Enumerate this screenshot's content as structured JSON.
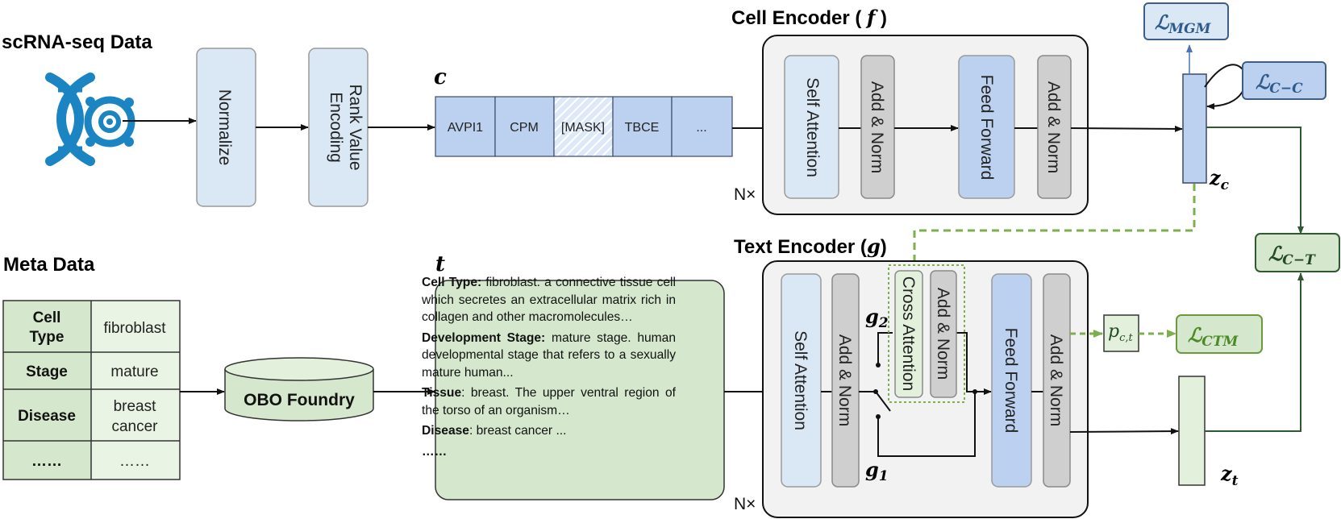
{
  "titles": {
    "scrna": "scRNA-seq Data",
    "meta": "Meta Data",
    "cell_encoder": "Cell Encoder",
    "cell_encoder_fn": "f",
    "text_encoder": "Text Encoder",
    "text_encoder_fn": "g"
  },
  "pipeline": {
    "normalize": "Normalize",
    "rank_line1": "Rank Value",
    "rank_line2": "Encoding",
    "c_label": "c",
    "t_label": "t",
    "obo": "OBO Foundry"
  },
  "tokens": [
    "AVPI1",
    "CPM",
    "[MASK]",
    "TBCE",
    "..."
  ],
  "meta_table": {
    "rows": [
      {
        "key_line1": "Cell",
        "key_line2": "Type",
        "value_line1": "fibroblast",
        "value_line2": ""
      },
      {
        "key_line1": "Stage",
        "key_line2": "",
        "value_line1": "mature",
        "value_line2": ""
      },
      {
        "key_line1": "Disease",
        "key_line2": "",
        "value_line1": "breast",
        "value_line2": "cancer"
      },
      {
        "key_line1": "……",
        "key_line2": "",
        "value_line1": "……",
        "value_line2": ""
      }
    ]
  },
  "description": {
    "cell_type_key": "Cell Type:",
    "cell_type_text": "fibroblast. a connective tissue cell which secretes an extracellular matrix rich in collagen and other macromolecules…",
    "dev_stage_key": "Development Stage:",
    "dev_stage_text": "mature stage. human developmental stage that refers to a sexually mature human...",
    "tissue_key": "Tissue",
    "tissue_text": ": breast. The upper ventral region of the torso of an organism…",
    "disease_key": "Disease",
    "disease_text": ": breast cancer ...",
    "ellipsis": "……"
  },
  "cell_encoder_blocks": [
    "Self Attention",
    "Add & Norm",
    "Feed Forward",
    "Add & Norm"
  ],
  "text_encoder_blocks": [
    "Self Attention",
    "Add & Norm",
    "Cross Attention",
    "Add & Norm",
    "Feed Forward",
    "Add & Norm"
  ],
  "repeat": "N×",
  "losses": {
    "mgm_base": "ℒ",
    "mgm_sub": "MGM",
    "cc_base": "ℒ",
    "cc_sub": "C−C",
    "ct_base": "ℒ",
    "ct_sub": "C−T",
    "ctm_base": "ℒ",
    "ctm_sub": "CTM"
  },
  "symbols": {
    "zc": "z",
    "zc_sub": "c",
    "zt": "z",
    "zt_sub": "t",
    "g1": "g",
    "g1_sub": "1",
    "g2": "g",
    "g2_sub": "2",
    "p": "p",
    "p_sub": "c,t"
  },
  "colors": {
    "light_blue": "#dae8f6",
    "blue": "#bcd0ef",
    "gray": "#cfcfcf",
    "green_light": "#e3f0dc",
    "green_box": "#d5e8cd",
    "green_dark": "#3b6a3b",
    "green_dash": "#7bb04a",
    "loss_blue_text": "#2f5b8a"
  }
}
